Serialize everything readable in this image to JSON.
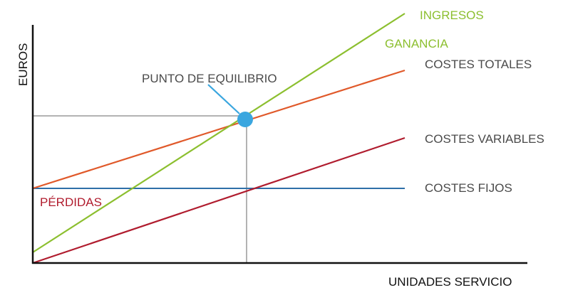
{
  "chart_data": {
    "type": "line",
    "title": "",
    "xlabel": "UNIDADES SERVICIO",
    "ylabel": "EUROS",
    "grid": false,
    "legend_position": "inline-right",
    "x": [
      0,
      100
    ],
    "series": [
      {
        "name": "INGRESOS",
        "color": "#8cbf2f",
        "values": [
          4.5,
          105
        ]
      },
      {
        "name": "COSTES TOTALES",
        "color": "#e0592a",
        "values": [
          31.5,
          81
        ]
      },
      {
        "name": "COSTES VARIABLES",
        "color": "#b01c2e",
        "values": [
          0,
          52.5
        ]
      },
      {
        "name": "COSTES FIJOS",
        "color": "#2e6fa8",
        "values": [
          31.5,
          31.5
        ]
      }
    ],
    "break_even": {
      "label": "PUNTO DE EQUILIBRIO",
      "x": 57,
      "y": 60,
      "color": "#3aa6df"
    },
    "annotations": [
      {
        "text": "GANANCIA",
        "region": "profit",
        "color": "#8cbf2f"
      },
      {
        "text": "PÉRDIDAS",
        "region": "loss",
        "color": "#b01c2e"
      }
    ]
  },
  "labels": {
    "ylabel": "EUROS",
    "xlabel": "UNIDADES SERVICIO",
    "ingresos": "INGRESOS",
    "ganancia": "GANANCIA",
    "costes_totales": "COSTES TOTALES",
    "punto_equilibrio": "PUNTO DE EQUILIBRIO",
    "costes_variables": "COSTES VARIABLES",
    "costes_fijos": "COSTES FIJOS",
    "perdidas": "PÉRDIDAS"
  },
  "colors": {
    "ingresos": "#8cbf2f",
    "costes_totales": "#e0592a",
    "costes_variables": "#b01c2e",
    "costes_fijos": "#2e6fa8",
    "break_even": "#3aa6df",
    "guide": "#b3b3b3",
    "axis": "#111111",
    "text_dark": "#4a4a4a"
  }
}
